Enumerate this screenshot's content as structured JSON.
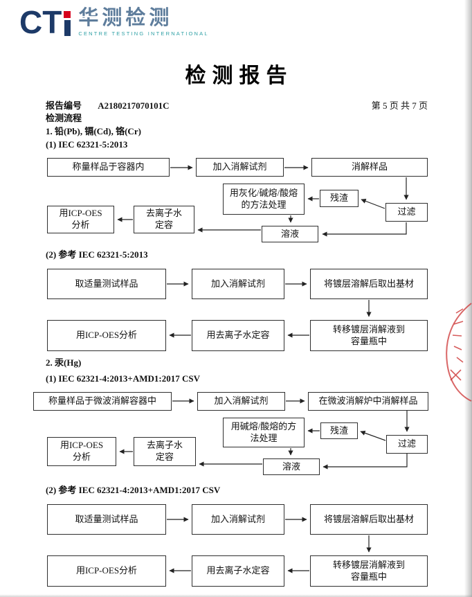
{
  "header": {
    "logo_ct": "CT",
    "logo_cn": "华测检测",
    "logo_caption": "CENTRE TESTING INTERNATIONAL",
    "colors": {
      "navy": "#1d3a68",
      "red": "#d6001c",
      "slate": "#5e7d9c",
      "teal": "#2fa0a5"
    }
  },
  "title": "检测报告",
  "meta": {
    "report_no_label": "报告编号",
    "report_no": "A2180217070101C",
    "page_info": "第 5 页  共 7 页"
  },
  "sections": {
    "process_title": "检测流程",
    "item1_title": "1. 铅(Pb), 镉(Cd), 铬(Cr)",
    "item1_method1": "(1) IEC 62321-5:2013",
    "item1_method2": "(2) 参考 IEC 62321-5:2013",
    "item2_title": "2. 汞(Hg)",
    "item2_method1": "(1) IEC 62321-4:2013+AMD1:2017 CSV",
    "item2_method2": "(2) 参考 IEC 62321-4:2013+AMD1:2017 CSV"
  },
  "flow1": {
    "weigh": "称量样品于容器内",
    "reagent": "加入消解试剂",
    "digest": "消解样品",
    "treat": "用灰化/碱熔/酸熔\n的方法处理",
    "residue": "残渣",
    "filter": "过滤",
    "solution": "溶液",
    "dilute": "去离子水\n定容",
    "icp": "用ICP-OES\n分析"
  },
  "flow2": {
    "sample": "取适量测试样品",
    "reagent": "加入消解试剂",
    "dissolve": "将镀层溶解后取出基材",
    "transfer": "转移镀层消解液到\n容量瓶中",
    "dilute": "用去离子水定容",
    "icp": "用ICP-OES分析"
  },
  "flow3": {
    "weigh": "称量样品于微波消解容器中",
    "reagent": "加入消解试剂",
    "digest": "在微波消解炉中消解样品",
    "treat": "用碱熔/酸熔的方\n法处理",
    "residue": "残渣",
    "filter": "过滤",
    "solution": "溶液",
    "dilute": "去离子水\n定容",
    "icp": "用ICP-OES\n分析"
  },
  "flow4": {
    "sample": "取适量测试样品",
    "reagent": "加入消解试剂",
    "dissolve": "将镀层溶解后取出基材",
    "transfer": "转移镀层消解液到\n容量瓶中",
    "dilute": "用去离子水定容",
    "icp": "用ICP-OES分析"
  },
  "seal": {
    "color": "#cc3333"
  }
}
